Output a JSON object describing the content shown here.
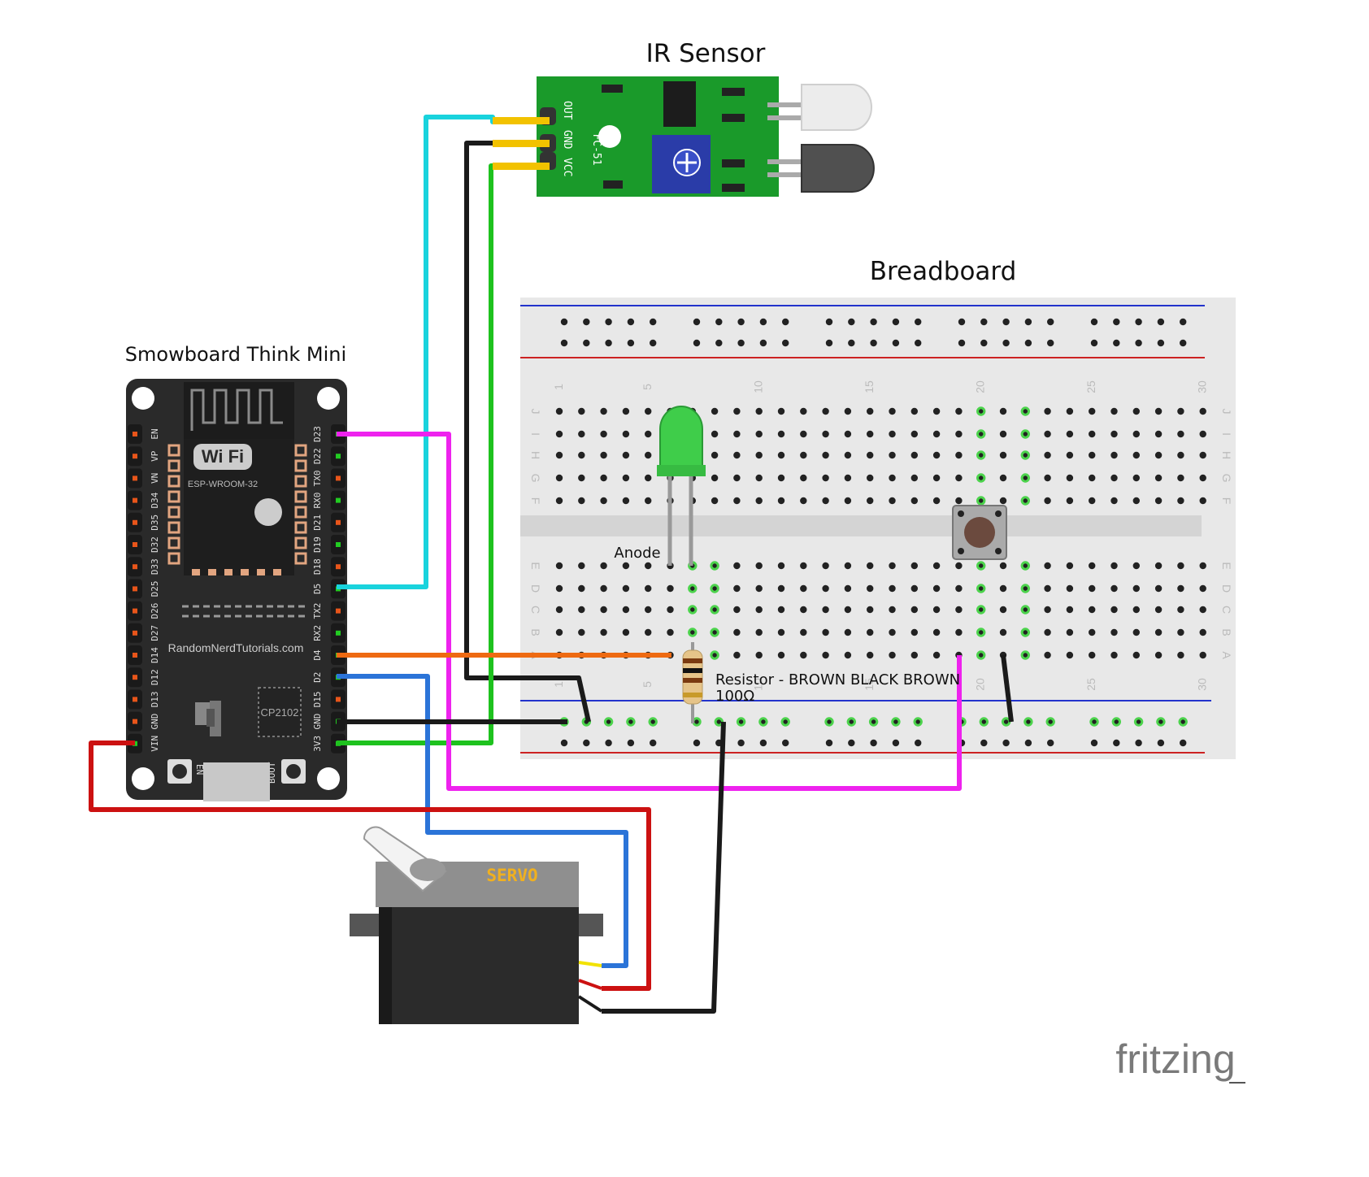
{
  "titles": {
    "ir_sensor": "IR Sensor",
    "breadboard": "Breadboard",
    "board": "Smowboard Think Mini"
  },
  "ir_module": {
    "pins": [
      "OUT",
      "GND",
      "VCC"
    ],
    "model": "FC-51"
  },
  "esp32": {
    "wifi_text": "Wi Fi",
    "module_text": "ESP-WROOM-32",
    "website": "RandomNerdTutorials.com",
    "chip": "CP2102",
    "left_pins": [
      "EN",
      "VP",
      "VN",
      "D34",
      "D35",
      "D32",
      "D33",
      "D25",
      "D26",
      "D27",
      "D14",
      "D12",
      "D13",
      "GND",
      "VIN"
    ],
    "right_pins": [
      "D23",
      "D22",
      "TX0",
      "RX0",
      "D21",
      "D19",
      "D18",
      "D5",
      "TX2",
      "RX2",
      "D4",
      "D2",
      "D15",
      "GND",
      "3V3"
    ],
    "buttons": [
      "EN",
      "BOOT"
    ]
  },
  "breadboard": {
    "col_numbers": [
      "1",
      "5",
      "10",
      "15",
      "20",
      "25",
      "30"
    ],
    "rows_top": [
      "J",
      "I",
      "H",
      "G",
      "F"
    ],
    "rows_bottom": [
      "E",
      "D",
      "C",
      "B",
      "A"
    ]
  },
  "annotations": {
    "anode": "Anode",
    "resistor_line1": "Resistor - BROWN BLACK BROWN",
    "resistor_line2": "100Ω"
  },
  "servo": {
    "label": "SERVO"
  },
  "watermark": "fritzing",
  "colors": {
    "wire_cyan": "#19d3dd",
    "wire_black": "#1a1a1a",
    "wire_green": "#1ec21e",
    "wire_magenta": "#ee22ee",
    "wire_orange": "#ee6a12",
    "wire_blue": "#2b74d8",
    "wire_red": "#cc1111",
    "pcb_green": "#1a9a2a",
    "esp_board": "#2a2a2a",
    "breadboard": "#e9e9e9"
  }
}
